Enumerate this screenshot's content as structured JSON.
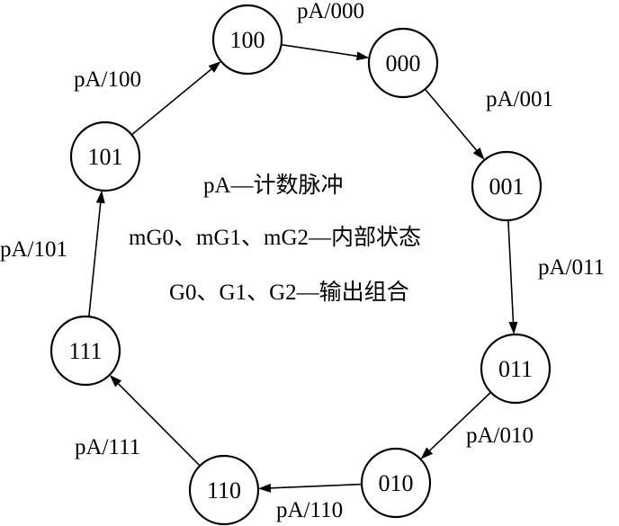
{
  "states": [
    {
      "id": "s100",
      "label": "100"
    },
    {
      "id": "s000",
      "label": "000"
    },
    {
      "id": "s001",
      "label": "001"
    },
    {
      "id": "s011",
      "label": "011"
    },
    {
      "id": "s010",
      "label": "010"
    },
    {
      "id": "s110",
      "label": "110"
    },
    {
      "id": "s111",
      "label": "111"
    },
    {
      "id": "s101",
      "label": "101"
    }
  ],
  "transitions": [
    {
      "from": "s100",
      "to": "s000",
      "label": "pA/000"
    },
    {
      "from": "s000",
      "to": "s001",
      "label": "pA/001"
    },
    {
      "from": "s001",
      "to": "s011",
      "label": "pA/011"
    },
    {
      "from": "s011",
      "to": "s010",
      "label": "pA/010"
    },
    {
      "from": "s010",
      "to": "s110",
      "label": "pA/110"
    },
    {
      "from": "s110",
      "to": "s111",
      "label": "pA/111"
    },
    {
      "from": "s111",
      "to": "s101",
      "label": "pA/101"
    },
    {
      "from": "s101",
      "to": "s100",
      "label": "pA/100"
    }
  ],
  "legend": [
    "pA—计数脉冲",
    "mG0、mG1、mG2—内部状态",
    "G0、G1、G2—输出组合"
  ]
}
